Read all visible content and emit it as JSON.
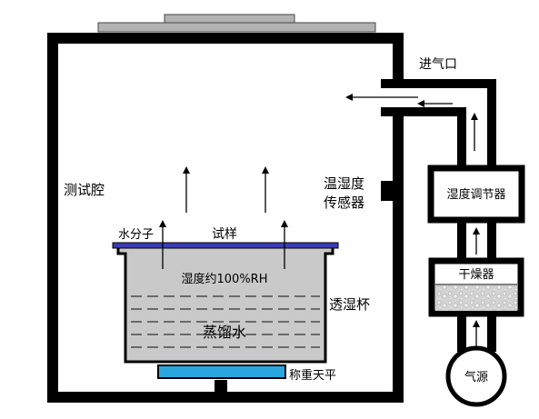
{
  "labels": {
    "test_chamber": "测试腔",
    "inlet": "进气口",
    "humidity_sensor_line1": "温湿度",
    "humidity_sensor_line2": "传感器",
    "humidity_regulator": "湿度调节器",
    "dryer": "干燥器",
    "gas_source": "气源",
    "water_molecules": "水分子",
    "sample": "试样",
    "humidity_inside": "湿度约100%RH",
    "cup": "透湿杯",
    "distilled_water": "蒸馏水",
    "balance": "称重天平"
  },
  "colors": {
    "wall": "#000000",
    "lid": "#b3b3b3",
    "sample_film": "#3b3bb6",
    "cup_fill": "#c9c9c9",
    "balance_pan": "#2aa6de",
    "box_fill": "#ffffff",
    "dryer_fill": "#d9d9d9"
  }
}
